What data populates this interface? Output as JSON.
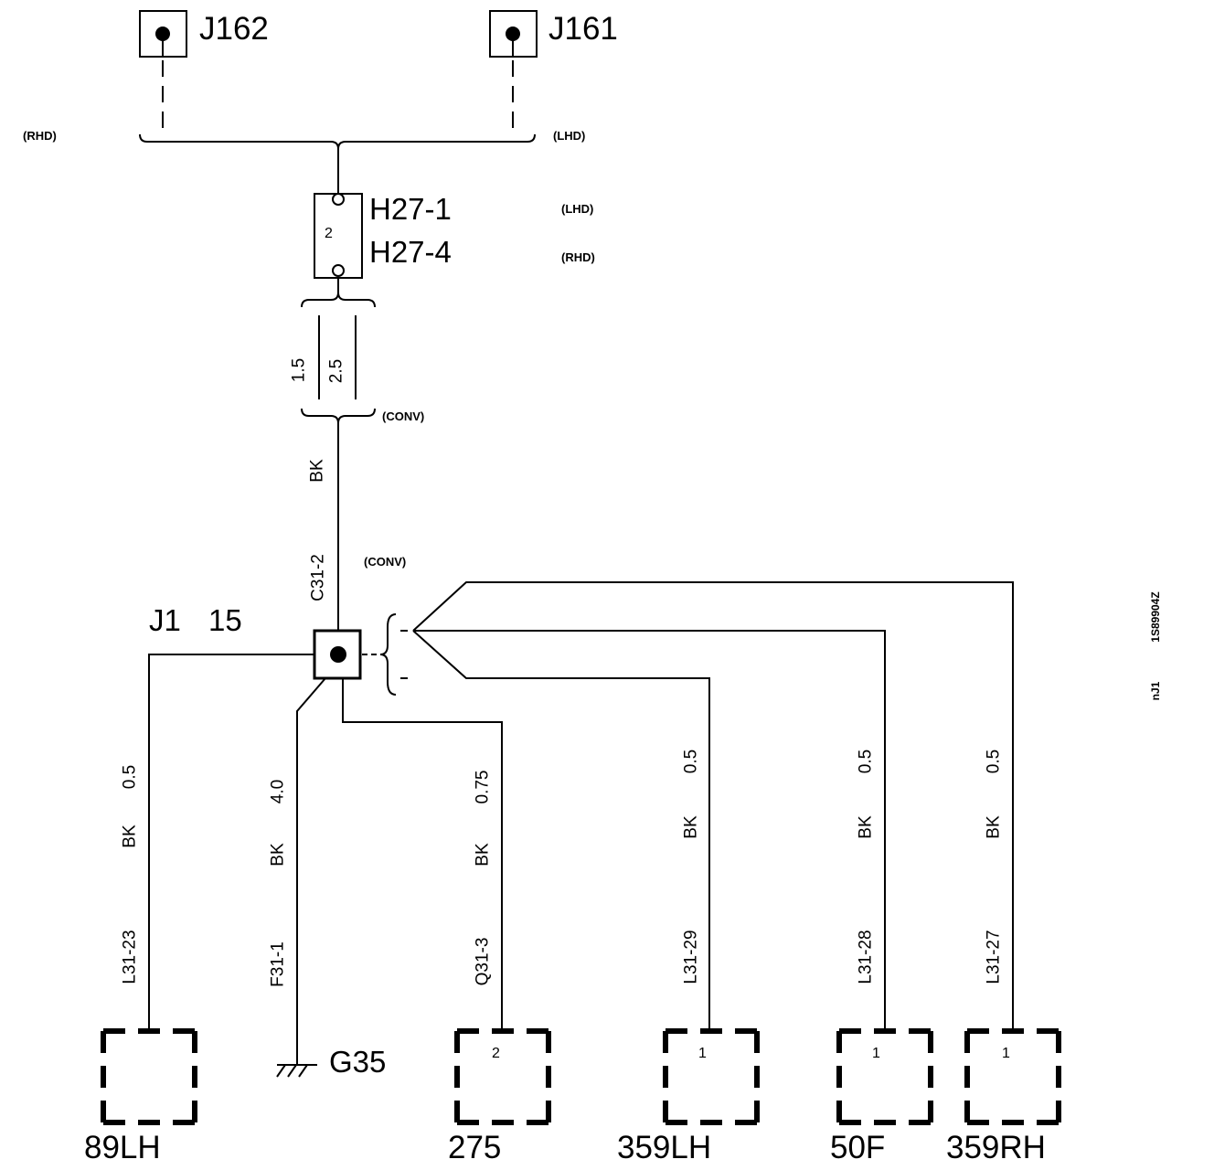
{
  "colors": {
    "line": "#000000",
    "background": "#ffffff"
  },
  "top_connectors": {
    "left": "J162",
    "right": "J161"
  },
  "variant_brace": {
    "left_label": "(RHD)",
    "right_label": "(LHD)"
  },
  "h27": {
    "pin": "2",
    "name_lhd": "H27-1",
    "name_rhd": "H27-4",
    "tag_lhd": "(LHD)",
    "tag_rhd": "(RHD)"
  },
  "feed_wire": {
    "size_a": "1.5",
    "size_b": "2.5",
    "variant_tag": "(CONV)",
    "color": "BK",
    "connector_pin": "C31-2",
    "connector_variant_tag": "(CONV)"
  },
  "junction": {
    "name": "J1",
    "number": "15"
  },
  "branches": [
    {
      "component": "89LH",
      "size": "0.5",
      "color": "BK",
      "pin_ref": "L31-23"
    },
    {
      "component": "G35",
      "size": "4.0",
      "color": "BK",
      "pin_ref": "F31-1",
      "symbol": "ground-icon"
    },
    {
      "component": "275",
      "size": "0.75",
      "color": "BK",
      "pin_ref": "Q31-3",
      "pin": "2"
    },
    {
      "component": "359LH",
      "size": "0.5",
      "color": "BK",
      "pin_ref": "L31-29",
      "pin": "1"
    },
    {
      "component": "50F",
      "size": "0.5",
      "color": "BK",
      "pin_ref": "L31-28",
      "pin": "1"
    },
    {
      "component": "359RH",
      "size": "0.5",
      "color": "BK",
      "pin_ref": "L31-27",
      "pin": "1"
    }
  ],
  "drawing_code": [
    "1S89904Z",
    "nJ1"
  ]
}
